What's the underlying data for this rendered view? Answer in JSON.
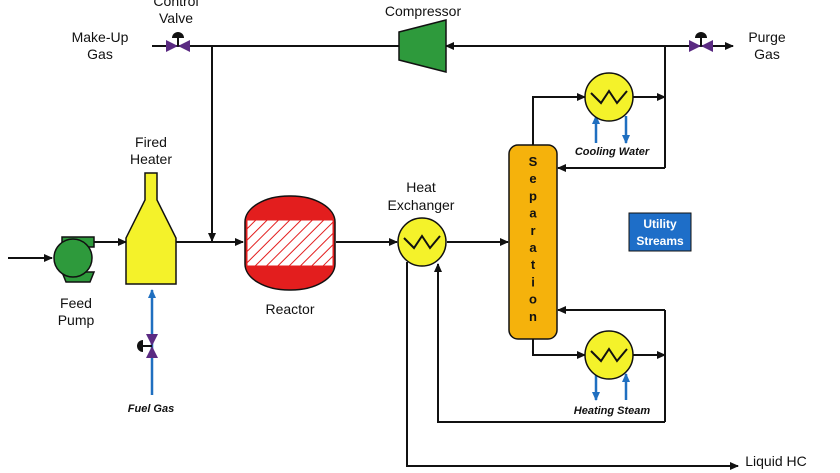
{
  "labels": {
    "control_valve_l1": "Control",
    "control_valve_l2": "Valve",
    "compressor": "Compressor",
    "makeup_l1": "Make-Up",
    "makeup_l2": "Gas",
    "purge_l1": "Purge",
    "purge_l2": "Gas",
    "fired_heater_l1": "Fired",
    "fired_heater_l2": "Heater",
    "heat_exchanger_l1": "Heat",
    "heat_exchanger_l2": "Exchanger",
    "feed_pump_l1": "Feed",
    "feed_pump_l2": "Pump",
    "reactor": "Reactor",
    "fuel_gas": "Fuel Gas",
    "cooling_water": "Cooling Water",
    "heating_steam": "Heating Steam",
    "liquid_hc": "Liquid HC",
    "utility_l1": "Utility",
    "utility_l2": "Streams",
    "separation": [
      "S",
      "e",
      "p",
      "a",
      "r",
      "a",
      "t",
      "i",
      "o",
      "n"
    ]
  },
  "colors": {
    "pump": "#2e9a3c",
    "heater": "#f4f22a",
    "reactor_shell": "#e31e1e",
    "exchanger": "#f4f22a",
    "column": "#f5b20c",
    "compressor": "#2e9a3c",
    "utility_box": "#1e6ec8",
    "utility_line": "#1f6fc0",
    "valve": "#5a2a82"
  },
  "icons": {
    "control_valve": "valve-icon",
    "purge_valve": "valve-icon",
    "fuel_valve": "valve-icon",
    "feed_pump": "pump-icon",
    "compressor": "compressor-icon"
  }
}
